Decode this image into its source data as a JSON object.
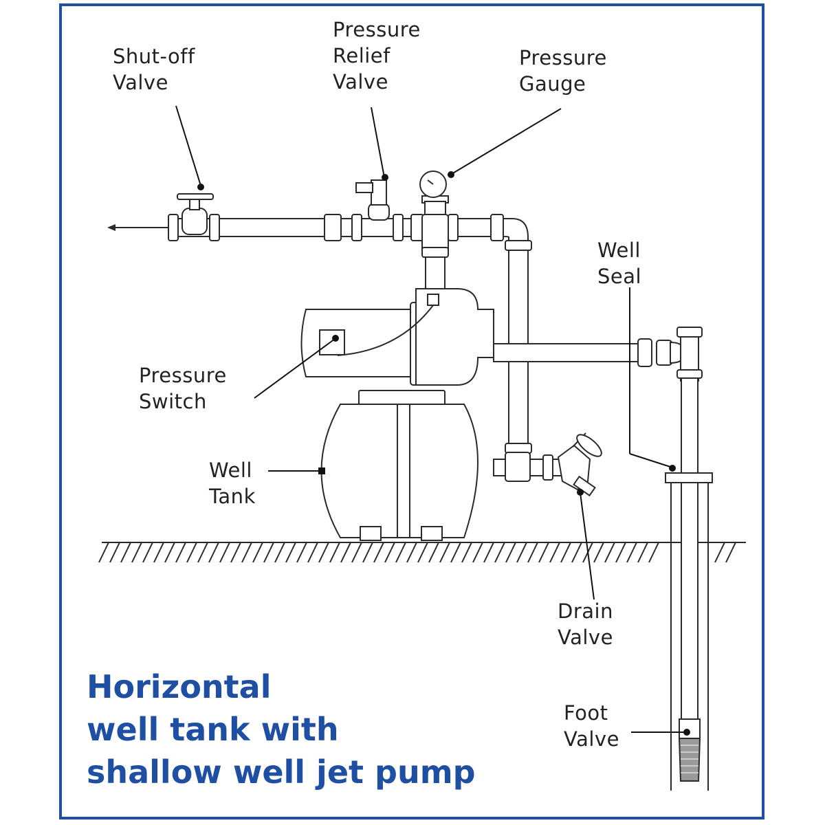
{
  "title": "Horizontal\nwell tank with\nshallow well jet pump",
  "colors": {
    "title": "#1f4fa3",
    "frame": "#1f4fa3",
    "line": "#2a2a2a"
  },
  "labels": {
    "shutoff_valve": "Shut-off\nValve",
    "pressure_relief_valve": "Pressure\nRelief\nValve",
    "pressure_gauge": "Pressure\nGauge",
    "well_seal": "Well\nSeal",
    "pressure_switch": "Pressure\nSwitch",
    "well_tank": "Well\nTank",
    "drain_valve": "Drain\nValve",
    "foot_valve": "Foot\nValve"
  }
}
